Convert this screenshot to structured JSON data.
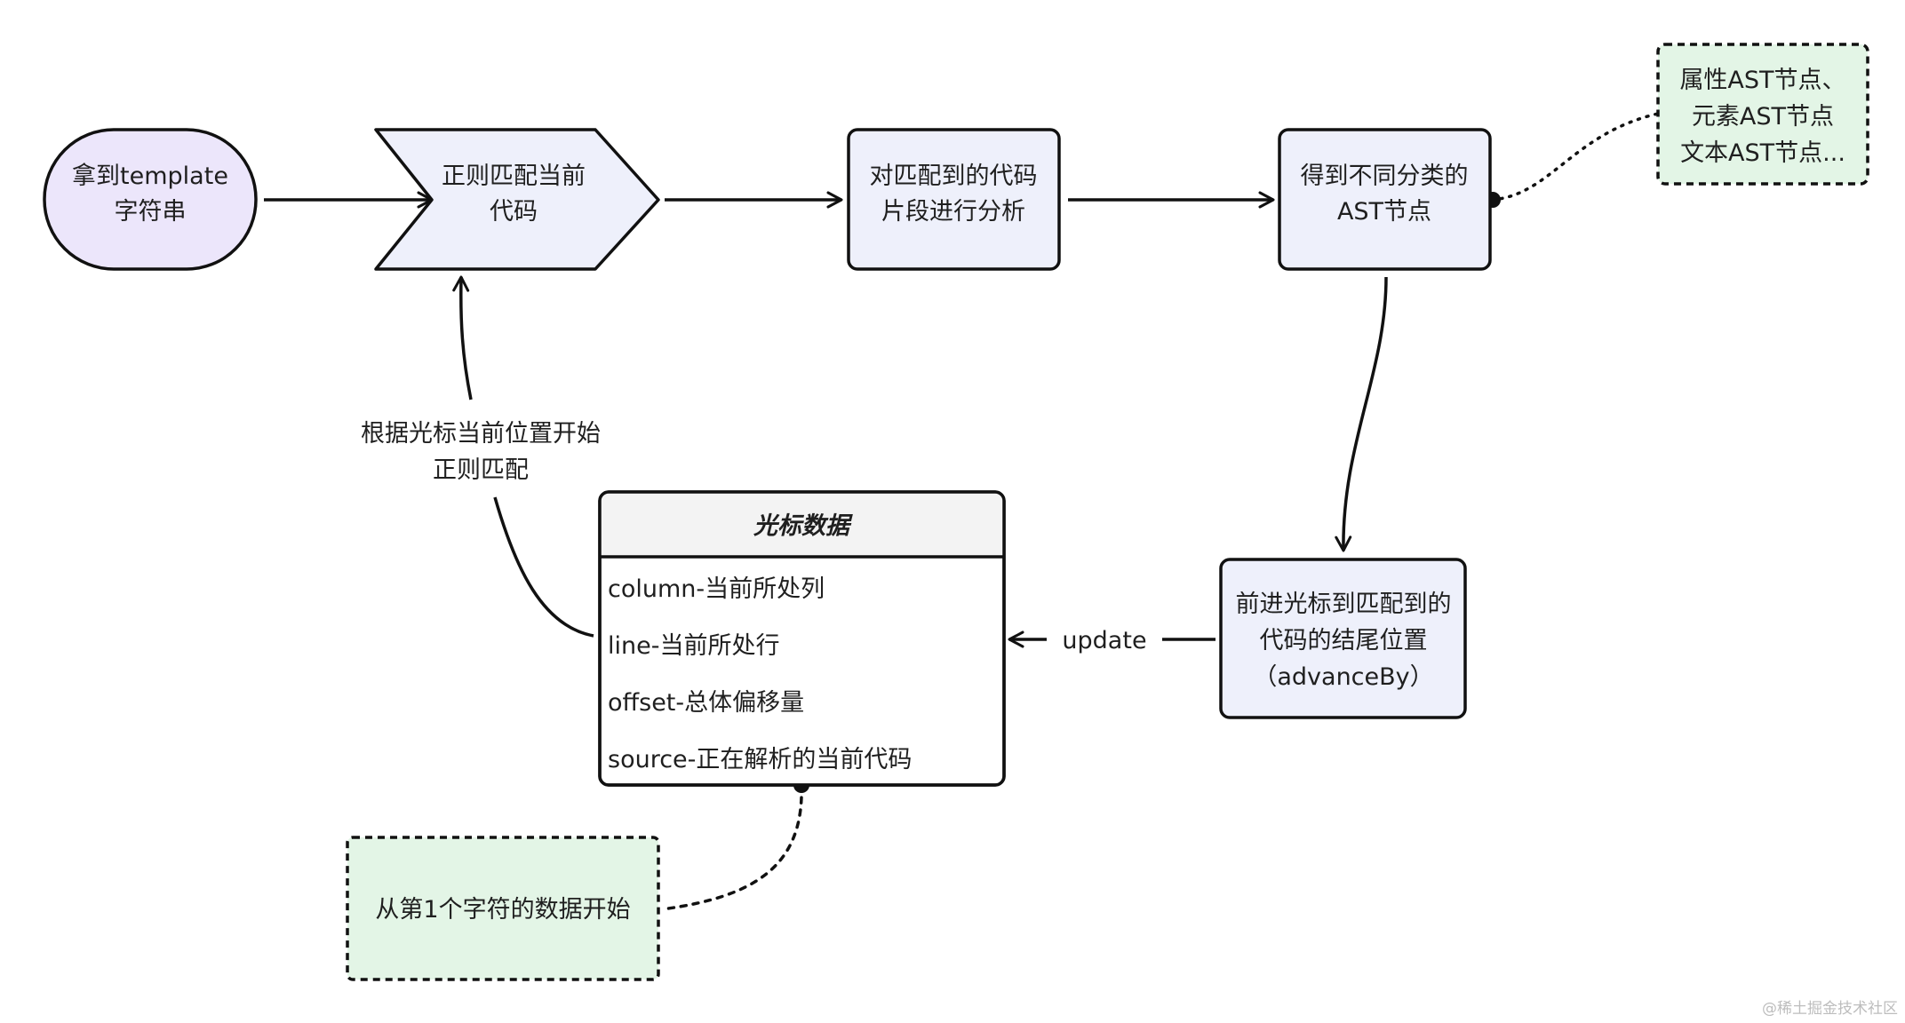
{
  "nodes": {
    "start": {
      "lines": [
        "拿到template",
        "字符串"
      ]
    },
    "match": {
      "lines": [
        "正则匹配当前",
        "代码"
      ]
    },
    "analyze": {
      "lines": [
        "对匹配到的代码",
        "片段进行分析"
      ]
    },
    "ast": {
      "lines": [
        "得到不同分类的",
        "AST节点"
      ]
    },
    "ast_note": {
      "lines": [
        "属性AST节点、",
        "元素AST节点",
        "文本AST节点..."
      ]
    },
    "advance": {
      "lines": [
        "前进光标到匹配到的",
        "代码的结尾位置",
        "（advanceBy）"
      ]
    },
    "cursor": {
      "title": "光标数据",
      "rows": [
        "column-当前所处列",
        "line-当前所处行",
        "offset-总体偏移量",
        "source-正在解析的当前代码"
      ]
    },
    "init_note": {
      "lines": [
        "从第1个字符的数据开始"
      ]
    }
  },
  "edges": {
    "update_label": "update",
    "loop_label": [
      "根据光标当前位置开始",
      "正则匹配"
    ]
  },
  "watermark": "@稀土掘金技术社区",
  "colors": {
    "stroke": "#111111",
    "start_fill": "#ece6fb",
    "node_fill": "#eef0fb",
    "note_fill": "#e3f5e6",
    "card_header": "#f3f3f3"
  }
}
